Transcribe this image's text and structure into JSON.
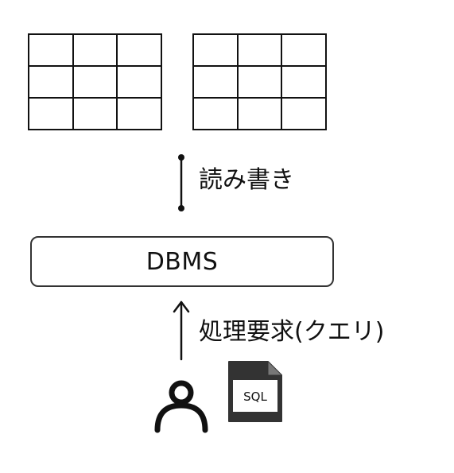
{
  "read_write_label": "読み書き",
  "dbms_label": "DBMS",
  "query_label": "処理要求(クエリ)",
  "sql_file_label": "SQL",
  "tables": [
    {
      "rows": 3,
      "cols": 3
    },
    {
      "rows": 3,
      "cols": 3
    }
  ],
  "colors": {
    "line": "#111111",
    "box_border": "#333333",
    "background": "#ffffff"
  },
  "icons": [
    "person-icon",
    "sql-file-icon"
  ]
}
